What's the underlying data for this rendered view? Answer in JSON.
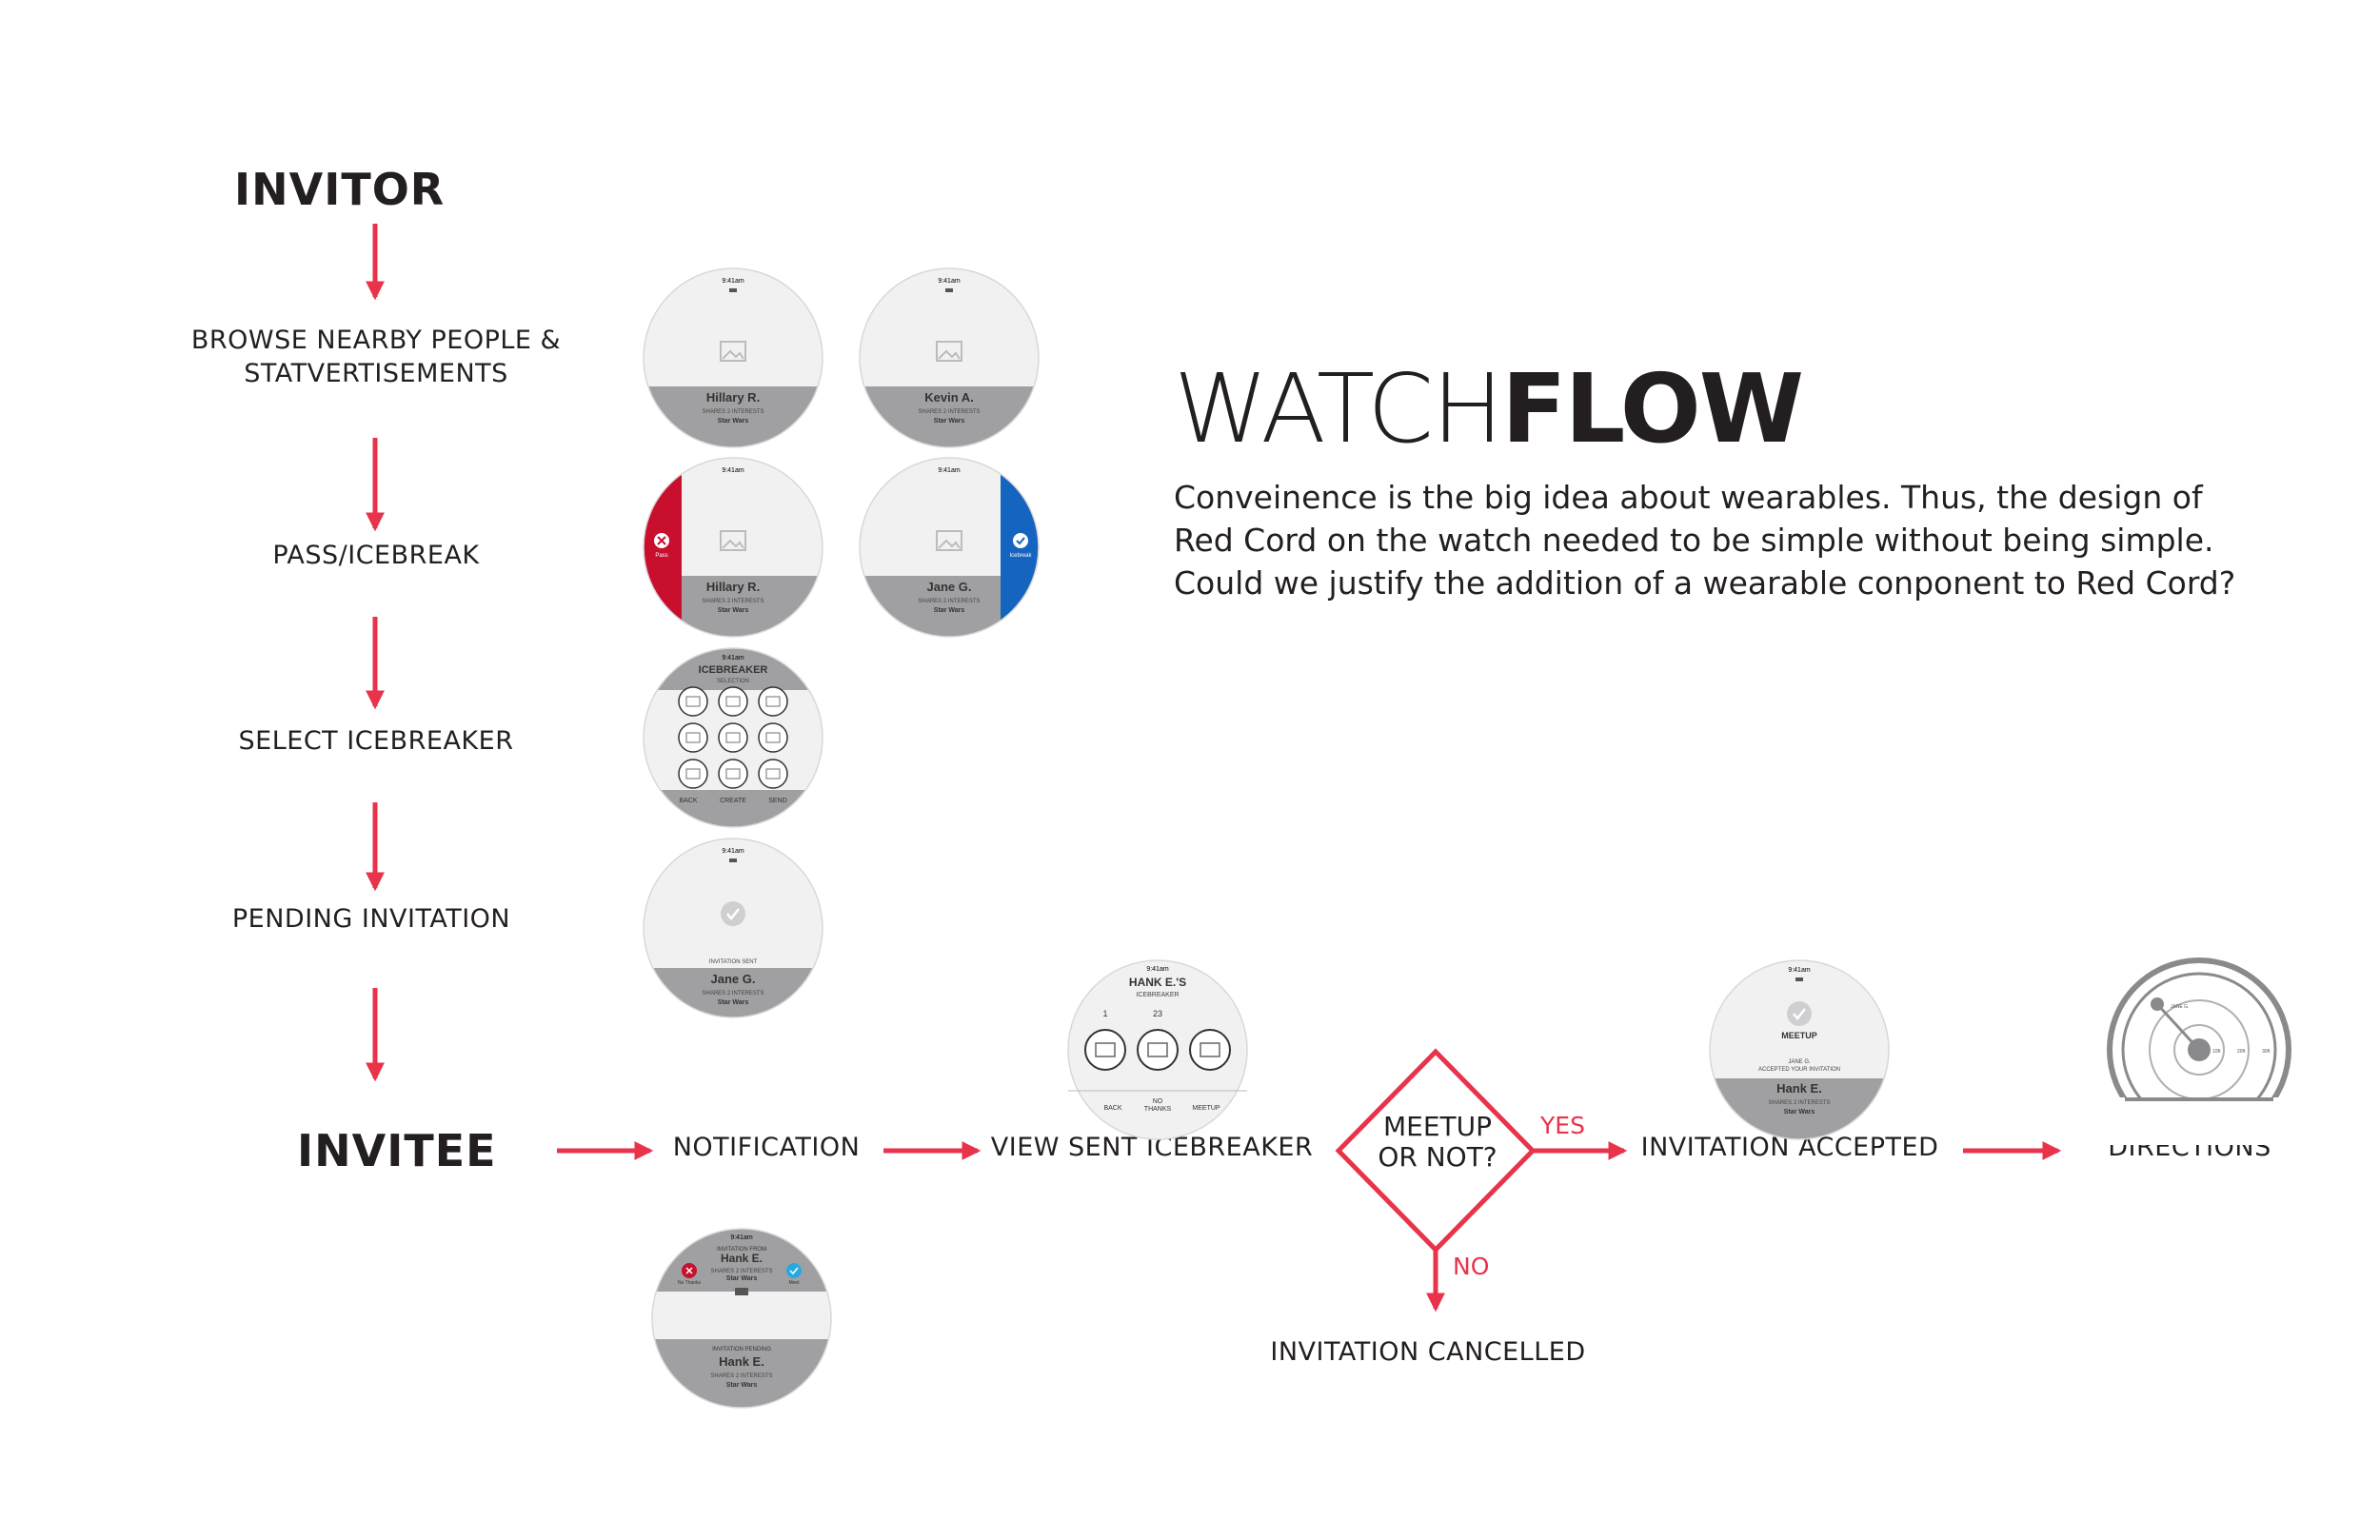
{
  "title": {
    "light": "WATCH",
    "bold": "FLOW"
  },
  "description": [
    "Conveinence is the big idea about wearables. Thus, the design of",
    "Red Cord on the watch needed to be simple without being simple.",
    "Could we justify the addition of a wearable conponent to Red Cord?"
  ],
  "roles": {
    "invitor": "INVITOR",
    "invitee": "INVITEE"
  },
  "steps": {
    "browse_line1": "BROWSE NEARBY PEOPLE &",
    "browse_line2": "STATVERTISEMENTS",
    "pass": "PASS/ICEBREAK",
    "select": "SELECT ICEBREAKER",
    "pending": "PENDING INVITATION",
    "notification": "NOTIFICATION",
    "view_sent": "VIEW SENT ICEBREAKER",
    "accepted": "INVITATION ACCEPTED",
    "directions": "DIRECTIONS",
    "cancelled": "INVITATION CANCELLED"
  },
  "decision": {
    "line1": "MEETUP",
    "line2": "OR NOT?",
    "yes": "YES",
    "no": "NO"
  },
  "watches": {
    "time": "9:41am",
    "shares": "SHARES 2 INTERESTS",
    "interest": "Star Wars",
    "hillary": "Hillary R.",
    "kevin": "Kevin A.",
    "jane": "Jane G.",
    "hank": "Hank E.",
    "pass_label": "Pass",
    "icebreak_label": "Icebreak",
    "icebreaker_title": "ICEBREAKER",
    "selection": "SELECTION",
    "back": "BACK",
    "create": "CREATE",
    "send": "SEND",
    "invitation_sent": "INVITATION SENT",
    "invitation_from": "INVITATION FROM",
    "invitation_pending": "INVITATION PENDING",
    "no_thanks_small": "No Thanks",
    "meet_small": "Meet",
    "hanks": "HANK E.'S",
    "icebreaker_lower": "ICEBREAKER",
    "num1": "1",
    "num23": "23",
    "no": "NO",
    "thanks": "THANKS",
    "meetup": "MEETUP",
    "meetup_title": "MEETUP",
    "jane_caps": "JANE G.",
    "accepted_your": "ACCEPTED YOUR INVITATION",
    "map_jane": "JANE G.",
    "map_10ft": "10ft",
    "map_20ft": "20ft",
    "map_30ft": "30ft"
  },
  "colors": {
    "accent": "#e8334a",
    "pass_red": "#c8102e",
    "icebreak_blue": "#1565c0",
    "screen_gray": "#a0a0a2",
    "light_gray": "#f1f1f2"
  }
}
